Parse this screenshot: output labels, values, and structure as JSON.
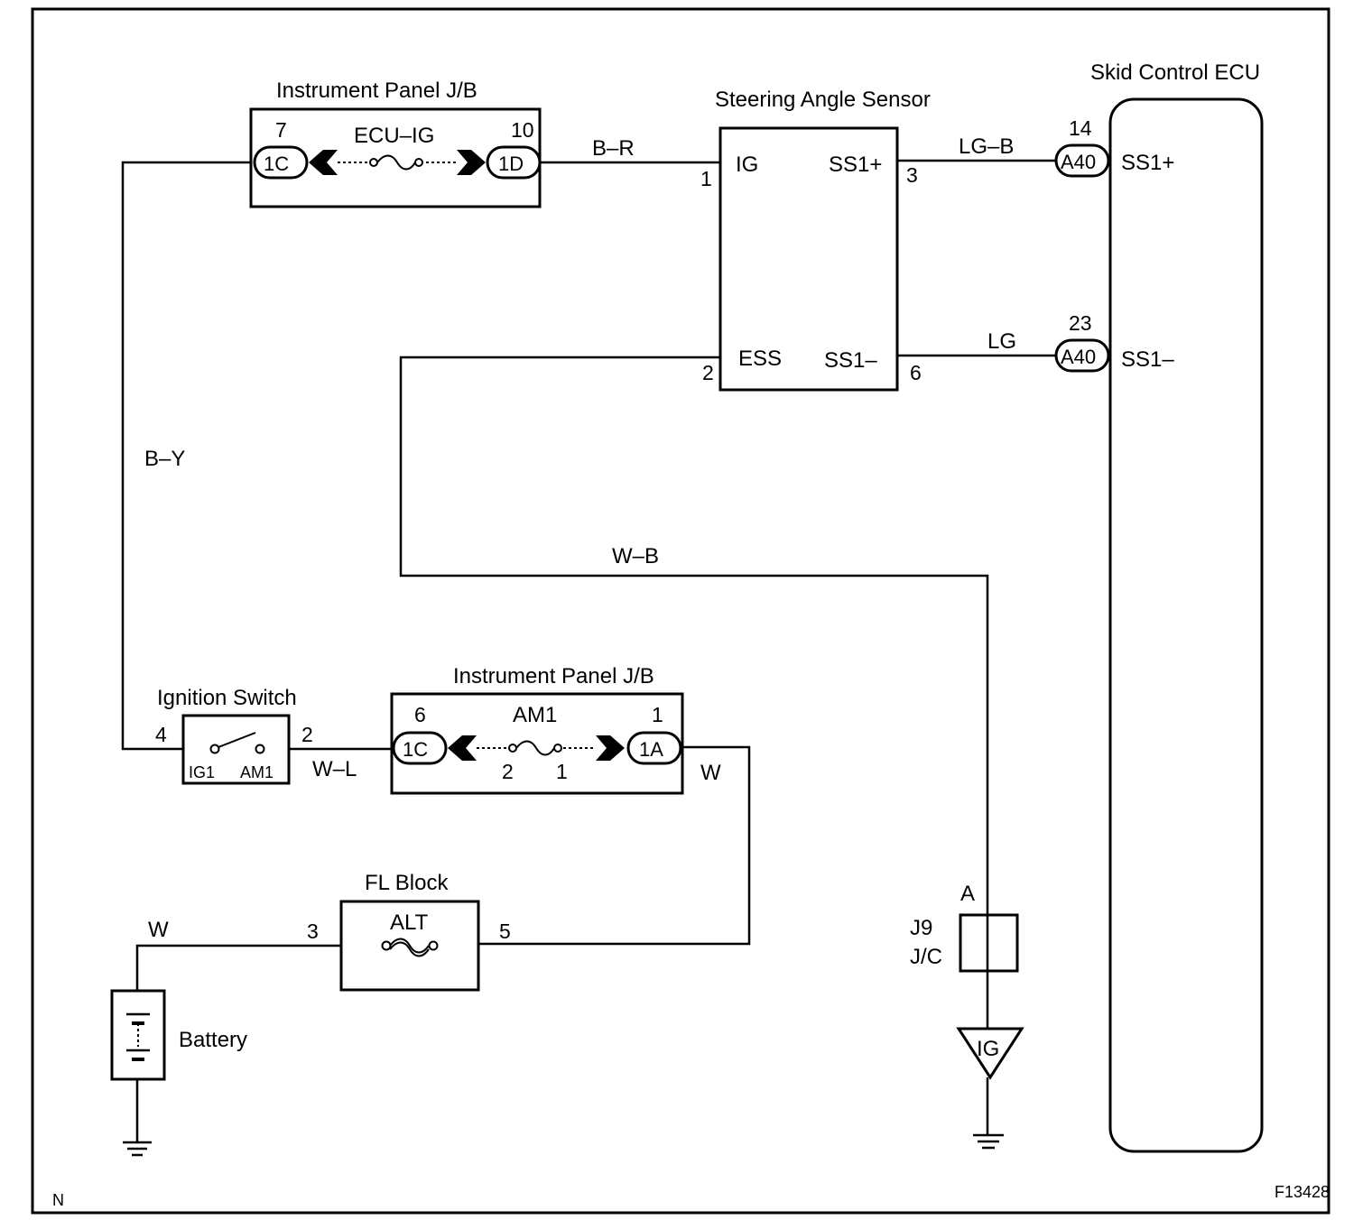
{
  "diagram": {
    "corner_left": "N",
    "corner_right": "F13428",
    "components": {
      "ip_jb_top": {
        "title": "Instrument Panel J/B",
        "fuse": "ECU–IG",
        "left_pin": "7",
        "left_conn": "1C",
        "right_pin": "10",
        "right_conn": "1D"
      },
      "steering_sensor": {
        "title": "Steering Angle Sensor",
        "ig": "IG",
        "ess": "ESS",
        "ss1p": "SS1+",
        "ss1m": "SS1–",
        "pin_ig": "1",
        "pin_ess": "2",
        "pin_ss1p": "3",
        "pin_ss1m": "6"
      },
      "skid_ecu": {
        "title": "Skid Control ECU",
        "conn1": "A40",
        "pin1": "14",
        "term1": "SS1+",
        "conn2": "A40",
        "pin2": "23",
        "term2": "SS1–"
      },
      "ignition_switch": {
        "title": "Ignition Switch",
        "ig1": "IG1",
        "am1": "AM1",
        "pin_left": "4",
        "pin_right": "2"
      },
      "ip_jb_bottom": {
        "title": "Instrument Panel J/B",
        "fuse": "AM1",
        "left_pin": "6",
        "left_conn": "1C",
        "right_pin": "1",
        "right_conn": "1A",
        "fuse_pin_left": "2",
        "fuse_pin_right": "1"
      },
      "fl_block": {
        "title": "FL Block",
        "fuse": "ALT",
        "pin_left": "3",
        "pin_right": "5"
      },
      "battery": {
        "title": "Battery"
      },
      "jc": {
        "pin": "A",
        "name1": "J9",
        "name2": "J/C",
        "ground_label": "IG"
      }
    },
    "wires": {
      "b_r": "B–R",
      "lg_b": "LG–B",
      "lg": "LG",
      "b_y": "B–Y",
      "w_b": "W–B",
      "w_l": "W–L",
      "w_right": "W",
      "w_battery": "W"
    }
  }
}
